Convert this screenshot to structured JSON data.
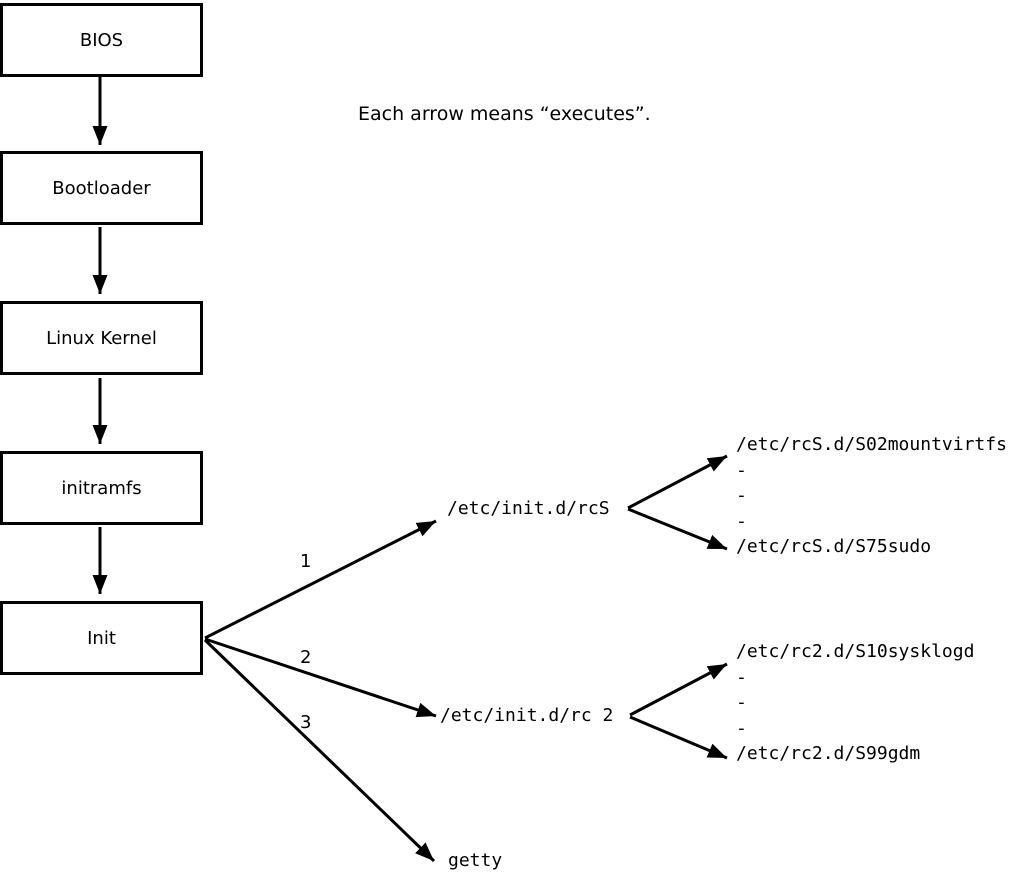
{
  "note": "Each arrow means “executes”.",
  "colors": {
    "foreground": "#000000",
    "background": "#ffffff"
  },
  "boot_chain": {
    "boxes": [
      "BIOS",
      "Bootloader",
      "Linux Kernel",
      "initramfs",
      "Init"
    ]
  },
  "edges": [
    {
      "label": "1",
      "target": "/etc/init.d/rcS"
    },
    {
      "label": "2",
      "target": "/etc/init.d/rc 2"
    },
    {
      "label": "3",
      "target": "getty"
    }
  ],
  "branches": [
    {
      "source": "edge-1",
      "lines": [
        "/etc/rcS.d/S02mountvirtfs",
        "-",
        "-",
        "-",
        "/etc/rcS.d/S75sudo"
      ]
    },
    {
      "source": "edge-2",
      "lines": [
        "/etc/rc2.d/S10sysklogd",
        "-",
        "-",
        "-",
        "/etc/rc2.d/S99gdm"
      ]
    }
  ]
}
